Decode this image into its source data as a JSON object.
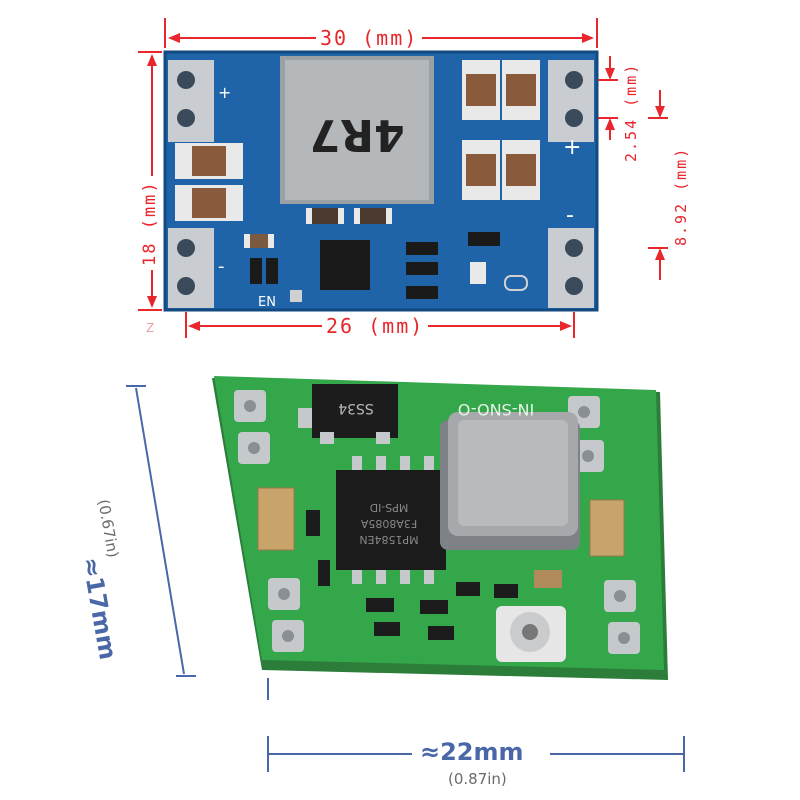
{
  "top_board": {
    "width_label": "30 (mm)",
    "height_label": "18 (mm)",
    "hole_spacing_label": "26 (mm)",
    "pin_pitch_label": "2.54 (mm)",
    "pad_offset_label": "8.92 (mm)",
    "inductor_marking": "4R7",
    "enable_label": "EN",
    "plus_label": "+",
    "minus_label": "-",
    "corner_mark": "Z",
    "colors": {
      "pcb": "#1d5fa6",
      "dim": "#e8262b"
    }
  },
  "bottom_board": {
    "height_label": "≈17mm",
    "height_sub": "(0.67in)",
    "width_label": "≈22mm",
    "width_sub": "(0.87in)",
    "chip_marking_1": "MP1584EN",
    "chip_marking_2": "F3A8085A",
    "chip_marking_3": "MPS-ID",
    "diode_marking": "SS34",
    "silkscreen_label": "IN-SNO-O",
    "colors": {
      "pcb": "#2f9e45",
      "dim": "#4a68a8"
    }
  }
}
